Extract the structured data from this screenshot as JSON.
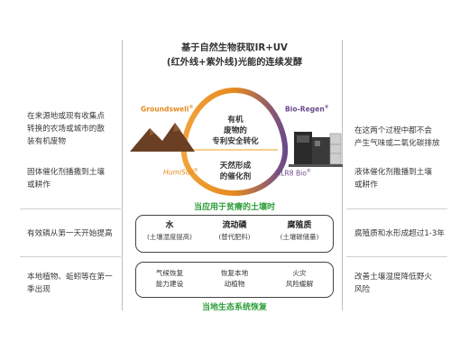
{
  "title": [
    "基于自然生物获取IR+UV",
    "(红外线+紫外线)光能的连续发酵"
  ],
  "left": {
    "block1": [
      "在来源地或现有收集点",
      "转换的农场或城市的散",
      "装有机废物"
    ],
    "block2": [
      "固体催化剂播撒到土壤",
      "或耕作"
    ],
    "block3": [
      "有效磷从第一天开始提高"
    ],
    "block4": [
      "本地植物、蚯蚓等在第一",
      "季出现"
    ]
  },
  "right": {
    "block1": [
      "在这两个过程中都不会",
      "产生气味或二氧化碳排放"
    ],
    "block2": [
      "液体催化剂撒播到土壤",
      "或耕作"
    ],
    "block3": [
      "腐殖质和水形成超过1-3年"
    ],
    "block4": [
      "改善土壤湿度降低野火",
      "风险"
    ]
  },
  "brands": {
    "groundswell": "Groundswell",
    "humisoil": "HumiSoil",
    "bioregen": "Bio-Regen",
    "xlr8": "XLR8 Bio",
    "reg": "®"
  },
  "core": {
    "upper": [
      "有机",
      "废物的",
      "专利安全转化"
    ],
    "lower": [
      "天然形成",
      "的催化剂"
    ]
  },
  "poor_soil_label": "当应用于贫瘠的土壤时",
  "box1": [
    {
      "head": "水",
      "sub": "(土壤湿度提高)"
    },
    {
      "head": "流动磷",
      "sub": "(替代肥料)"
    },
    {
      "head": "腐殖质",
      "sub": "(土壤碳储量)"
    }
  ],
  "box2": [
    {
      "lines": [
        "气候恢复",
        "能力建设"
      ]
    },
    {
      "lines": [
        "恢复本地",
        "动植物"
      ]
    },
    {
      "lines": [
        "火灾",
        "风险缓解"
      ]
    }
  ],
  "recovery_label": "当地生态系统恢复",
  "colors": {
    "orange": "#e58a1f",
    "purple": "#6b4a8c",
    "green": "#2e9e3a",
    "soil": "#6b3f24"
  }
}
